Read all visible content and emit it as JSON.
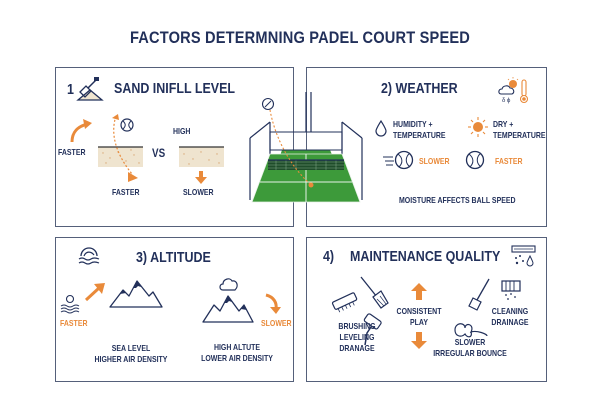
{
  "title": "FACTORS DETERMNING PADEL COURT SPEED",
  "colors": {
    "navy": "#22305a",
    "orange": "#e98a3a",
    "court_green": "#3d9a3a",
    "border": "#55607a",
    "sand": "#efe4cf"
  },
  "panels": {
    "sand": {
      "number": "1",
      "title": "SAND INIFLL LEVEL",
      "icon": "sand-shovel-icon",
      "left_label": "FASTER",
      "vs": "VS",
      "high_label": "HIGH",
      "low_result": "FASTER",
      "high_result": "SLOWER"
    },
    "weather": {
      "title": "2) WEATHER",
      "icon": "weather-thermometer-icon",
      "humid_label_1": "HUMIDITY +",
      "humid_label_2": "TEMPERATURE",
      "dry_label_1": "DRY +",
      "dry_label_2": "TEMPERATURE",
      "humid_result": "SLOWER",
      "dry_result": "FASTER",
      "footer": "MOISTURE AFFECTS BALL SPEED"
    },
    "altitude": {
      "title": "3) ALTITUDE",
      "icon": "waves-icon",
      "sea_result": "FASTER",
      "high_result": "SLOWER",
      "sea_label_1": "SEA LEVEL",
      "sea_label_2": "HIGHER AIR DENSITY",
      "high_label_1": "HIGH ALTUTE",
      "high_label_2": "LOWER AIR DENSITY"
    },
    "maintenance": {
      "number": "4)",
      "title": "MAINTENANCE QUALITY",
      "icon": "sprinkler-icon",
      "center_1": "CONSISTENT",
      "center_2": "PLAY",
      "left_1": "BRUSHING",
      "left_2": "LEVELING",
      "left_3": "DRANAGE",
      "right_1": "CLEANING",
      "right_2": "DRAINAGE",
      "bottom_1": "SLOWER",
      "bottom_2": "IRREGULAR BOUNCE"
    }
  }
}
